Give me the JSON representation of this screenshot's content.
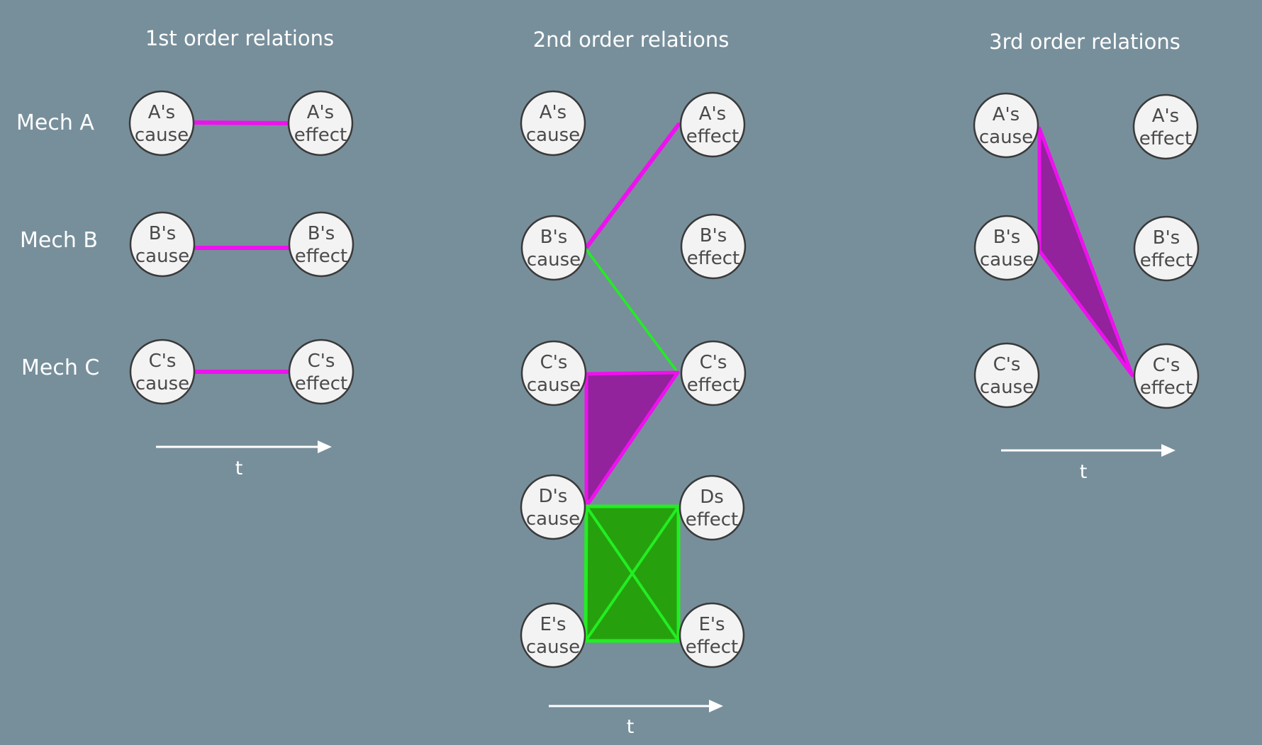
{
  "colors": {
    "background": "#778f9b",
    "relation_magenta": "#ee11ee",
    "relation_green": "#22ee22",
    "face_purple": "#93229d",
    "face_green": "#27a00e",
    "node_fill": "#f3f3f3"
  },
  "panels": [
    {
      "title": "1st order relations",
      "row_labels": [
        "Mech A",
        "Mech B",
        "Mech C"
      ],
      "nodes": [
        {
          "id": "a_cause",
          "l1": "A's",
          "l2": "cause"
        },
        {
          "id": "a_effect",
          "l1": "A's",
          "l2": "effect"
        },
        {
          "id": "b_cause",
          "l1": "B's",
          "l2": "cause"
        },
        {
          "id": "b_effect",
          "l1": "B's",
          "l2": "effect"
        },
        {
          "id": "c_cause",
          "l1": "C's",
          "l2": "cause"
        },
        {
          "id": "c_effect",
          "l1": "C's",
          "l2": "effect"
        }
      ],
      "relations": [
        {
          "kind": "edge",
          "color": "magenta",
          "nodes": [
            "a_cause",
            "a_effect"
          ]
        },
        {
          "kind": "edge",
          "color": "magenta",
          "nodes": [
            "b_cause",
            "b_effect"
          ]
        },
        {
          "kind": "edge",
          "color": "magenta",
          "nodes": [
            "c_cause",
            "c_effect"
          ]
        }
      ],
      "time_label": "t"
    },
    {
      "title": "2nd order relations",
      "nodes": [
        {
          "id": "a_cause",
          "l1": "A's",
          "l2": "cause"
        },
        {
          "id": "a_effect",
          "l1": "A's",
          "l2": "effect"
        },
        {
          "id": "b_cause",
          "l1": "B's",
          "l2": "cause"
        },
        {
          "id": "b_effect",
          "l1": "B's",
          "l2": "effect"
        },
        {
          "id": "c_cause",
          "l1": "C's",
          "l2": "cause"
        },
        {
          "id": "c_effect",
          "l1": "C's",
          "l2": "effect"
        },
        {
          "id": "d_cause",
          "l1": "D's",
          "l2": "cause"
        },
        {
          "id": "d_effect",
          "l1": "Ds",
          "l2": "effect"
        },
        {
          "id": "e_cause",
          "l1": "E's",
          "l2": "cause"
        },
        {
          "id": "e_effect",
          "l1": "E's",
          "l2": "effect"
        }
      ],
      "relations": [
        {
          "kind": "edge",
          "color": "magenta",
          "nodes": [
            "b_cause",
            "a_effect"
          ]
        },
        {
          "kind": "edge",
          "color": "green",
          "nodes": [
            "b_cause",
            "c_effect"
          ]
        },
        {
          "kind": "face",
          "color": "purple",
          "nodes": [
            "c_cause",
            "c_effect",
            "d_cause"
          ]
        },
        {
          "kind": "face",
          "color": "green",
          "nodes": [
            "d_cause",
            "d_effect",
            "e_effect",
            "e_cause"
          ]
        }
      ],
      "time_label": "t"
    },
    {
      "title": "3rd order relations",
      "nodes": [
        {
          "id": "a_cause",
          "l1": "A's",
          "l2": "cause"
        },
        {
          "id": "a_effect",
          "l1": "A's",
          "l2": "effect"
        },
        {
          "id": "b_cause",
          "l1": "B's",
          "l2": "cause"
        },
        {
          "id": "b_effect",
          "l1": "B's",
          "l2": "effect"
        },
        {
          "id": "c_cause",
          "l1": "C's",
          "l2": "cause"
        },
        {
          "id": "c_effect",
          "l1": "C's",
          "l2": "effect"
        }
      ],
      "relations": [
        {
          "kind": "face",
          "color": "purple",
          "nodes": [
            "a_cause",
            "b_cause",
            "c_effect"
          ]
        }
      ],
      "time_label": "t"
    }
  ]
}
